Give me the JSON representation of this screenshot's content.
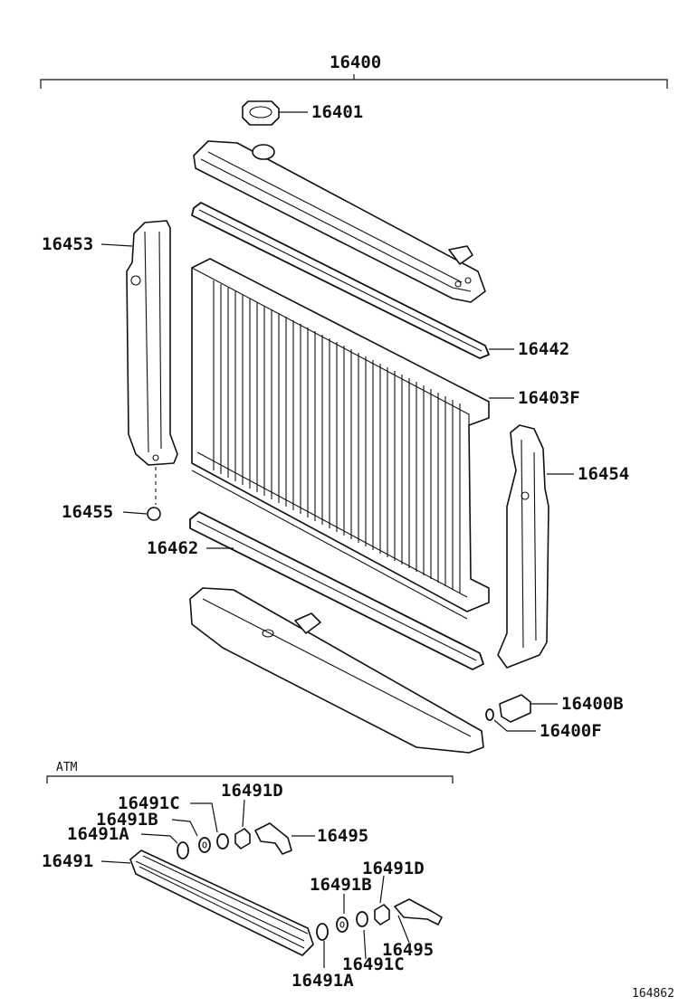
{
  "labels": {
    "assembly": "16400",
    "cap": "16401",
    "upper_tank": "16442",
    "core": "16403F",
    "left_support": "16453",
    "right_support": "16454",
    "plug": "16455",
    "lower_gasket": "16462",
    "drain_cock": "16400B",
    "drain_oring": "16400F",
    "atm_section": "ATM",
    "cooler_lower_c": "16491C",
    "cooler_lower_d": "16491D",
    "cooler_lower_b": "16491B",
    "cooler_lower_a": "16491A",
    "cooler": "16491",
    "hose_upper": "16495",
    "cooler_right_d": "16491D",
    "cooler_right_b": "16491B",
    "hose_right": "16495",
    "cooler_right_c": "16491C",
    "cooler_right_a": "16491A",
    "diagram_number": "164862"
  }
}
